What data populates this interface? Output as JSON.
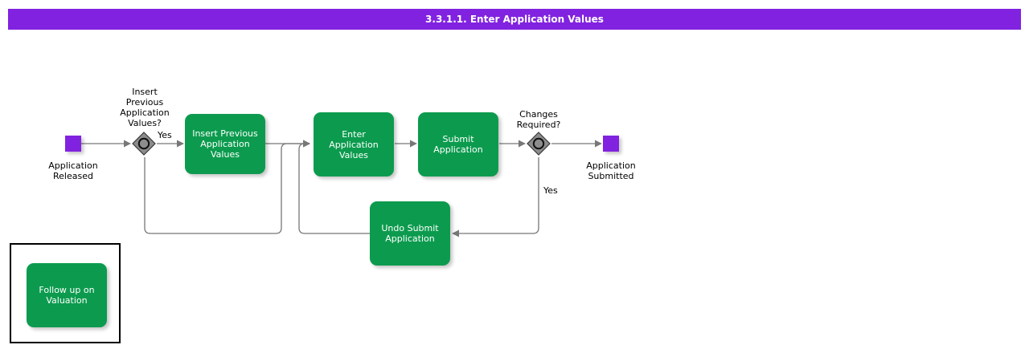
{
  "header": {
    "title": "3.3.1.1. Enter Application Values",
    "background_color": "#8122e0",
    "text_color": "#ffffff"
  },
  "theme": {
    "task_color": "#0c9b4e",
    "event_color": "#8122e0",
    "gateway_color": "#808080",
    "connector_color": "#666666",
    "text_color": "#000000"
  },
  "diagram": {
    "type": "bpmn-process-flow",
    "nodes": {
      "start_event": {
        "label": "Application\nReleased",
        "shape": "square-event",
        "color": "#8122e0"
      },
      "gateway_1": {
        "label": "Insert\nPrevious\nApplication\nValues?",
        "shape": "gateway-diamond"
      },
      "task_insert_previous": {
        "label": "Insert Previous\nApplication\nValues",
        "shape": "rounded-task"
      },
      "task_enter_values": {
        "label": "Enter Application\nValues",
        "shape": "rounded-task"
      },
      "task_submit": {
        "label": "Submit\nApplication",
        "shape": "rounded-task"
      },
      "gateway_2": {
        "label": "Changes\nRequired?",
        "shape": "gateway-diamond"
      },
      "end_event": {
        "label": "Application\nSubmitted",
        "shape": "square-event",
        "color": "#8122e0"
      },
      "task_undo_submit": {
        "label": "Undo Submit\nApplication",
        "shape": "rounded-task"
      },
      "legend_task_follow_up": {
        "label": "Follow up on\nValuation",
        "shape": "rounded-task"
      }
    },
    "edge_labels": {
      "gateway_1_yes": "Yes",
      "gateway_2_yes": "Yes"
    }
  }
}
